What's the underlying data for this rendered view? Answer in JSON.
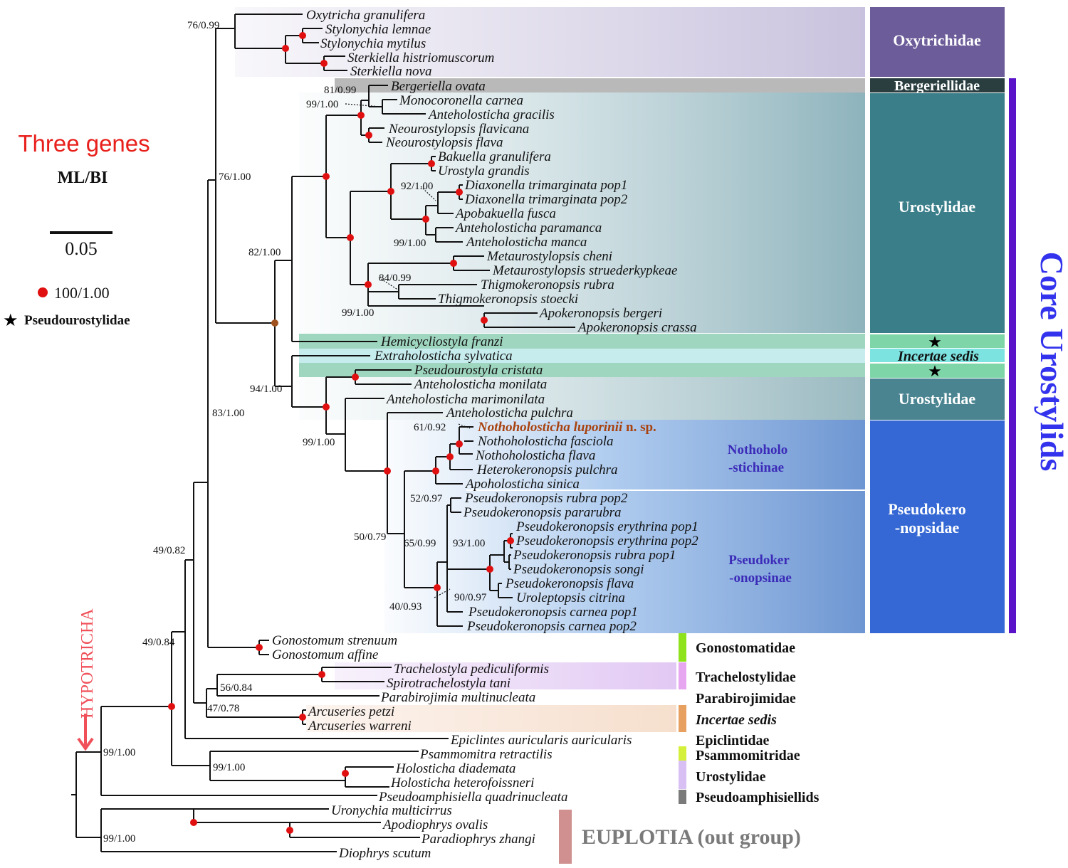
{
  "legend": {
    "title": "Three genes",
    "method": "ML/BI",
    "scale": "0.05",
    "dot_label": "100/1.00",
    "star_label": "Pseudourostylidae",
    "title_color": "#e8201c"
  },
  "taxa": [
    "Oxytricha granulifera",
    "Stylonychia lemnae",
    "Stylonychia mytilus",
    "Sterkiella histriomuscorum",
    "Sterkiella nova",
    "Bergeriella ovata",
    "Monocoronella carnea",
    "Anteholosticha gracilis",
    "Neourostylopsis flavicana",
    "Neourostylopsis flava",
    "Bakuella granulifera",
    "Urostyla grandis",
    "Diaxonella trimarginata pop1",
    "Diaxonella trimarginata pop2",
    "Apobakuella fusca",
    "Anteholosticha paramanca",
    "Anteholosticha manca",
    "Metaurostylopsis cheni",
    "Metaurostylopsis struederkypkeae",
    "Thigmokeronopsis rubra",
    "Thigmokeronopsis stoecki",
    "Apokeronopsis bergeri",
    "Apokeronopsis crassa",
    "Hemicycliostyla franzi",
    "Extraholosticha sylvatica",
    "Pseudourostyla cristata",
    "Anteholosticha monilata",
    "Anteholosticha marimonilata",
    "Anteholosticha pulchra",
    "Nothoholosticha luporinii",
    "Nothoholosticha fasciola",
    "Nothoholosticha flava",
    "Heterokeronopsis pulchra",
    "Apoholosticha sinica",
    "Pseudokeronopsis rubra pop2",
    "Pseudokeronopsis pararubra",
    "Pseudokeronopsis erythrina pop1",
    "Pseudokeronopsis erythrina pop2",
    "Pseudokeronopsis rubra pop1",
    "Pseudokeronopsis songi",
    "Pseudokeronopsis flava",
    "Uroleptopsis citrina",
    "Pseudokeronopsis carnea pop1",
    "Pseudokeronopsis carnea pop2",
    "Gonostomum strenuum",
    "Gonostomum affine",
    "Trachelostyla pediculiformis",
    "Spirotrachelostyla tani",
    "Parabirojimia multinucleata",
    "Arcuseries petzi",
    "Arcuseries warreni",
    "Epiclintes auricularis auricularis",
    "Psammomitra retractilis",
    "Holosticha diademata",
    "Holosticha heterofoissneri",
    "Pseudoamphisiella quadrinucleata",
    "Uronychia multicirrus",
    "Apodiophrys ovalis",
    "Paradiophrys zhangi",
    "Diophrys scutum"
  ],
  "new_species_suffix": "n. sp.",
  "new_species_color": "#a8420f",
  "support_values": [
    "76/0.99",
    "81/0.99",
    "99/1.00",
    "76/1.00",
    "92/1.00",
    "99/1.00",
    "82/1.00",
    "84/0.99",
    "99/1.00",
    "94/1.00",
    "83/1.00",
    "61/0.92",
    "99/1.00",
    "52/0.97",
    "50/0.79",
    "65/0.99",
    "93/1.00",
    "90/0.97",
    "40/0.93",
    "49/0.82",
    "49/0.84",
    "56/0.84",
    "47/0.78",
    "99/1.00",
    "99/1.00",
    "99/1.00"
  ],
  "families": {
    "oxytrichidae": {
      "label": "Oxytrichidae",
      "color": "#6c5c99"
    },
    "bergeriellidae": {
      "label": "Bergeriellidae",
      "color": "#2a3e40"
    },
    "urostylidae_1": {
      "label": "Urostylidae",
      "color": "#3a7e8a"
    },
    "incertae_1": {
      "label": "Incertae sedis",
      "color": "#7de3e0"
    },
    "urostylidae_2": {
      "label": "Urostylidae",
      "color": "#4a8491"
    },
    "pseudokeronopsidae": {
      "label": "Pseudokero -nopsidae",
      "line1": "Pseudokero",
      "line2": "-nopsidae",
      "color": "#3568d4"
    },
    "nothoholostichinae": {
      "line1": "Nothoholo",
      "line2": "-stichinae"
    },
    "pseudokeronopsinae": {
      "line1": "Pseudoker",
      "line2": "-onopsinae"
    },
    "core": {
      "label": "Core Urostylids",
      "color": "#3333ee",
      "bar_color": "#5a13c8"
    },
    "star_color": "#7ed6a8"
  },
  "lower_families": [
    {
      "label": "Gonostomatidae",
      "color": "#8fe31c"
    },
    {
      "label": "Trachelostylidae",
      "color": "#e7a6f0"
    },
    {
      "label": "Parabirojimidae",
      "color": ""
    },
    {
      "label": "Incertae sedis",
      "color": "#e7a060"
    },
    {
      "label": "Epiclintidae",
      "color": ""
    },
    {
      "label": "Psammomitridae",
      "color": "#d4f03a"
    },
    {
      "label": "Urostylidae",
      "color": "#d8c0f4"
    },
    {
      "label": "Pseudoamphisiellids",
      "color": "#7a7a7a"
    }
  ],
  "hypotricha_label": "HYPOTRICHA",
  "hypotricha_color": "#f0505a",
  "euplotia_label": "EUPLOTIA (out group)",
  "euplotia_color": "#d09090"
}
